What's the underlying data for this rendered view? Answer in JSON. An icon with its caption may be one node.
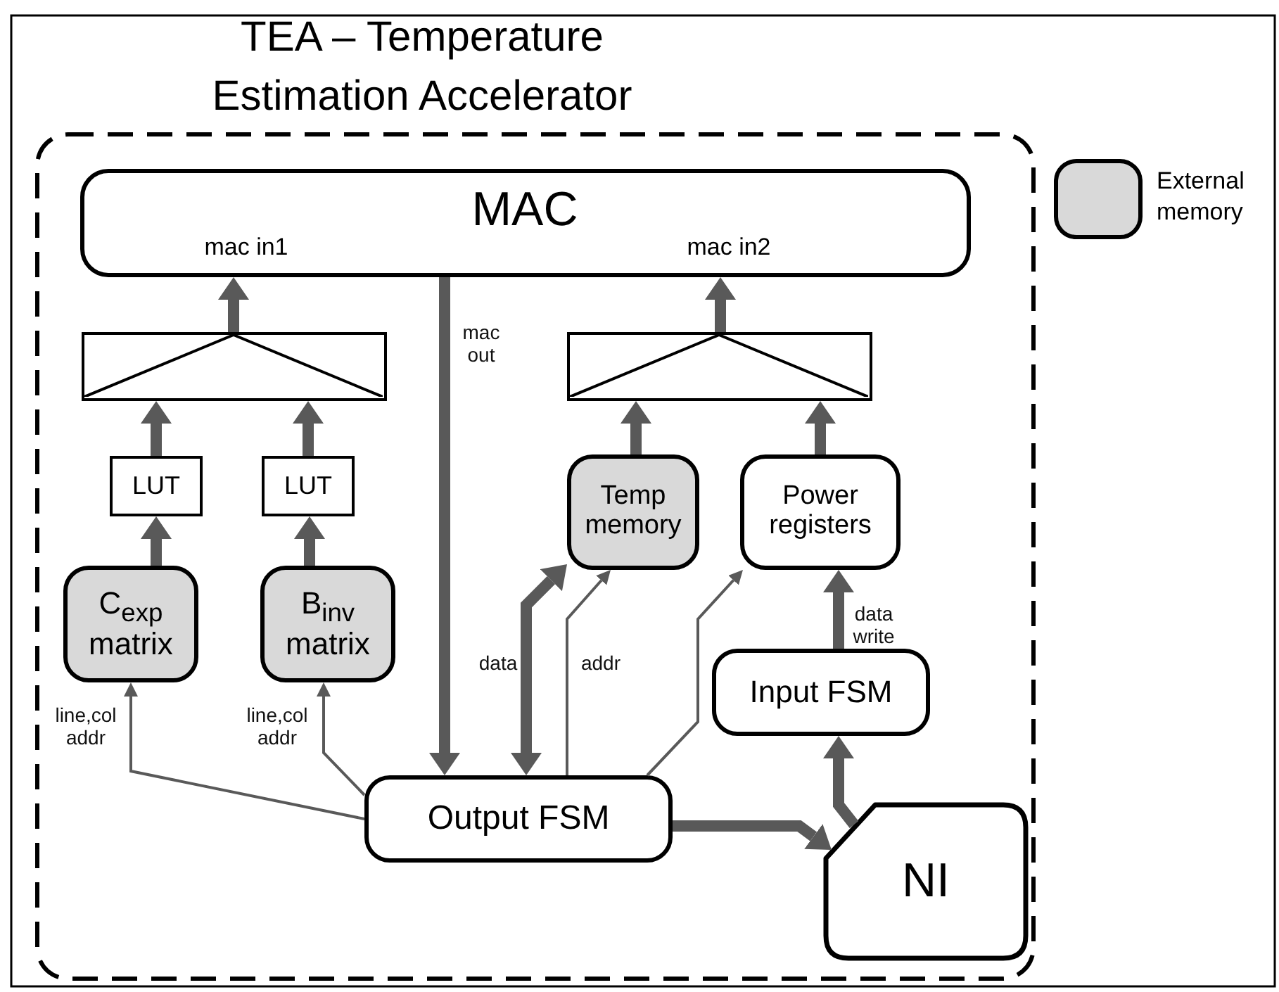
{
  "diagram": {
    "nodes": [
      {
        "text": [
          "TEA – Temperature Estimation Accelerator"
        ]
      },
      {
        "text": [
          "MAC",
          "mac in1",
          "mac in2"
        ],
        "in": 0
      },
      {
        "text": [],
        "shape": "box",
        "in": 0
      },
      {
        "text": [],
        "shape": "box",
        "in": 0
      },
      {
        "text": [
          "LUT"
        ],
        "in": 0
      },
      {
        "text": [
          "LUT"
        ],
        "in": 0
      },
      {
        "text": [
          "C$_{exp}$ matrix"
        ],
        "in": 0
      },
      {
        "text": [
          "B$_{inv}$ matrix"
        ],
        "in": 0
      },
      {
        "text": [
          "Temp memory"
        ],
        "in": 0
      },
      {
        "text": [
          "Power registers"
        ],
        "in": 0
      },
      {
        "text": [
          "Input FSM"
        ],
        "in": 0
      },
      {
        "text": [
          "Output FSM"
        ],
        "in": 0
      },
      {
        "text": [
          "NI"
        ],
        "in": 0
      }
    ],
    "edges": [
      {
        "from": 2,
        "to": 1,
        "arrow": "to"
      },
      {
        "from": 4,
        "to": 2,
        "arrow": "to"
      },
      {
        "from": 5,
        "to": 2,
        "arrow": "to"
      },
      {
        "from": 6,
        "to": 4,
        "arrow": "to"
      },
      {
        "from": 7,
        "to": 5,
        "arrow": "to"
      },
      {
        "from": 3,
        "to": 1,
        "arrow": "to"
      },
      {
        "from": 8,
        "to": 3,
        "arrow": "to"
      },
      {
        "from": 9,
        "to": 3,
        "arrow": "to"
      },
      {
        "from": 1,
        "to": 11,
        "arrow": "to",
        "label": "mac out"
      },
      {
        "from": 11,
        "to": 8,
        "arrow": "both",
        "label": "data"
      },
      {
        "from": 11,
        "to": 8,
        "arrow": "to",
        "label": "addr"
      },
      {
        "from": 11,
        "to": 6,
        "arrow": "to",
        "label": "line,col addr"
      },
      {
        "from": 11,
        "to": 7,
        "arrow": "to",
        "label": "line,col addr"
      },
      {
        "from": 11,
        "to": 9,
        "arrow": "to"
      },
      {
        "from": 10,
        "to": 9,
        "arrow": "to",
        "label": "data write"
      },
      {
        "from": 12,
        "to": 10,
        "arrow": "to"
      },
      {
        "from": 11,
        "to": 12,
        "arrow": "to"
      }
    ],
    "legend": [
      {
        "text": "External memory",
        "color": "#d9d9d9"
      }
    ]
  }
}
